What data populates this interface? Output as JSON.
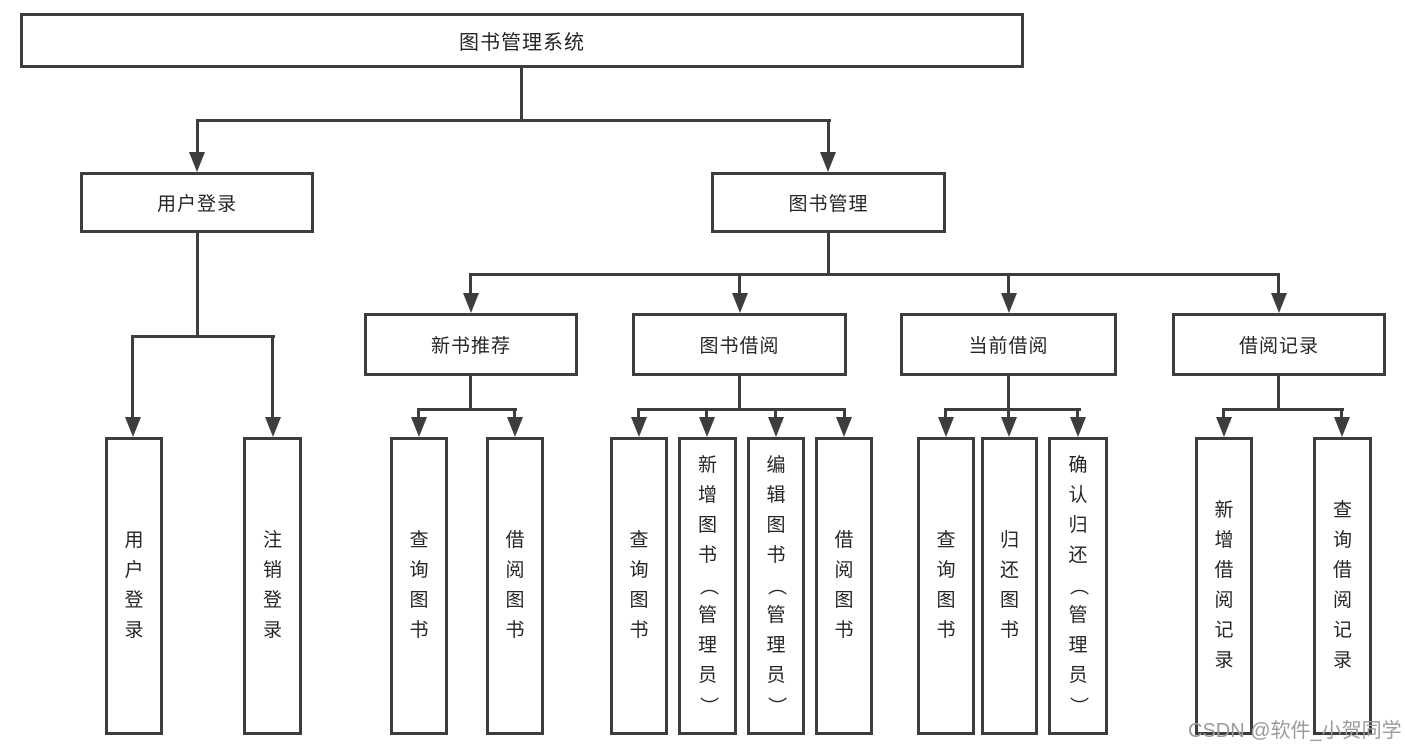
{
  "colors": {
    "line": "#3d3d3d",
    "text": "#262626",
    "watermark_gray": "#9b9b9b",
    "background": "#ffffff"
  },
  "watermark": {
    "text": "CSDN @软件_小贺同学"
  },
  "tree": {
    "root": "图书管理系统",
    "branches": [
      {
        "label": "用户登录",
        "children": [
          "用户登录",
          "注销登录"
        ]
      },
      {
        "label": "图书管理",
        "children": [
          {
            "label": "新书推荐",
            "children": [
              "查询图书",
              "借阅图书"
            ]
          },
          {
            "label": "图书借阅",
            "children": [
              "查询图书",
              "新增图书（管理员）",
              "编辑图书（管理员）",
              "借阅图书"
            ]
          },
          {
            "label": "当前借阅",
            "children": [
              "查询图书",
              "归还图书",
              "确认归还（管理员）"
            ]
          },
          {
            "label": "借阅记录",
            "children": [
              "新增借阅记录",
              "查询借阅记录"
            ]
          }
        ]
      }
    ]
  }
}
